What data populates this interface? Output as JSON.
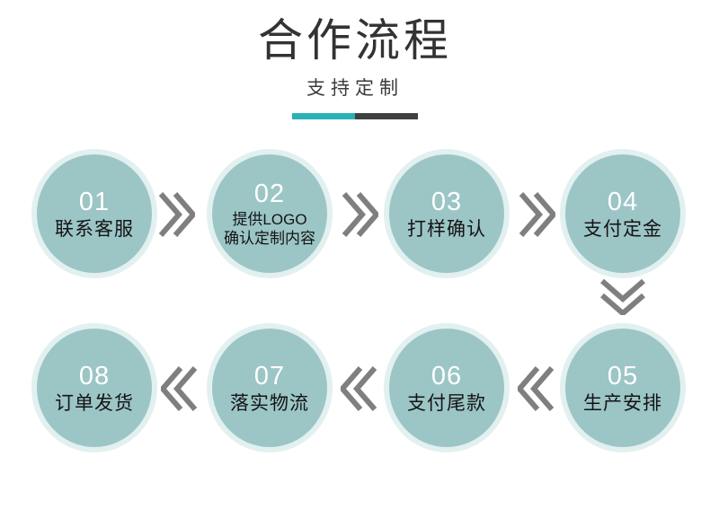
{
  "header": {
    "title": "合作流程",
    "subtitle": "支持定制",
    "divider_left_color": "#29b1b8",
    "divider_right_color": "#404040"
  },
  "theme": {
    "circle_fill": "#9cc5c6",
    "circle_ring": "#e2f0f0",
    "number_color": "#ffffff",
    "label_color": "#141414",
    "chevron_color": "#7f7f7f",
    "background": "#ffffff"
  },
  "flow": {
    "steps": [
      {
        "num": "01",
        "label": "联系客服",
        "label2": ""
      },
      {
        "num": "02",
        "label": "提供LOGO",
        "label2": "确认定制内容"
      },
      {
        "num": "03",
        "label": "打样确认",
        "label2": ""
      },
      {
        "num": "04",
        "label": "支付定金",
        "label2": ""
      },
      {
        "num": "05",
        "label": "生产安排",
        "label2": ""
      },
      {
        "num": "06",
        "label": "支付尾款",
        "label2": ""
      },
      {
        "num": "07",
        "label": "落实物流",
        "label2": ""
      },
      {
        "num": "08",
        "label": "订单发货",
        "label2": ""
      }
    ],
    "connectors": [
      {
        "name": "chevron-right-icon",
        "direction": "right"
      },
      {
        "name": "chevron-right-icon",
        "direction": "right"
      },
      {
        "name": "chevron-right-icon",
        "direction": "right"
      },
      {
        "name": "chevron-down-icon",
        "direction": "down"
      },
      {
        "name": "chevron-left-icon",
        "direction": "left"
      },
      {
        "name": "chevron-left-icon",
        "direction": "left"
      },
      {
        "name": "chevron-left-icon",
        "direction": "left"
      }
    ]
  }
}
